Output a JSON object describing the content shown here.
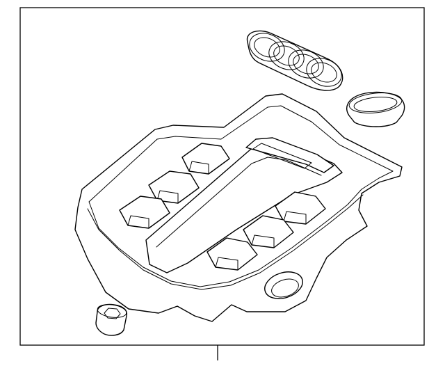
{
  "diagram": {
    "parts": [
      {
        "name": "engine-cover",
        "icon": "engine-cover-icon"
      },
      {
        "name": "emblem-rings",
        "icon": "four-rings-emblem-icon"
      },
      {
        "name": "seal-ring",
        "icon": "ring-seal-icon"
      },
      {
        "name": "grommet",
        "icon": "grommet-icon"
      }
    ],
    "colors": {
      "line": "#000000",
      "background": "#ffffff"
    }
  }
}
